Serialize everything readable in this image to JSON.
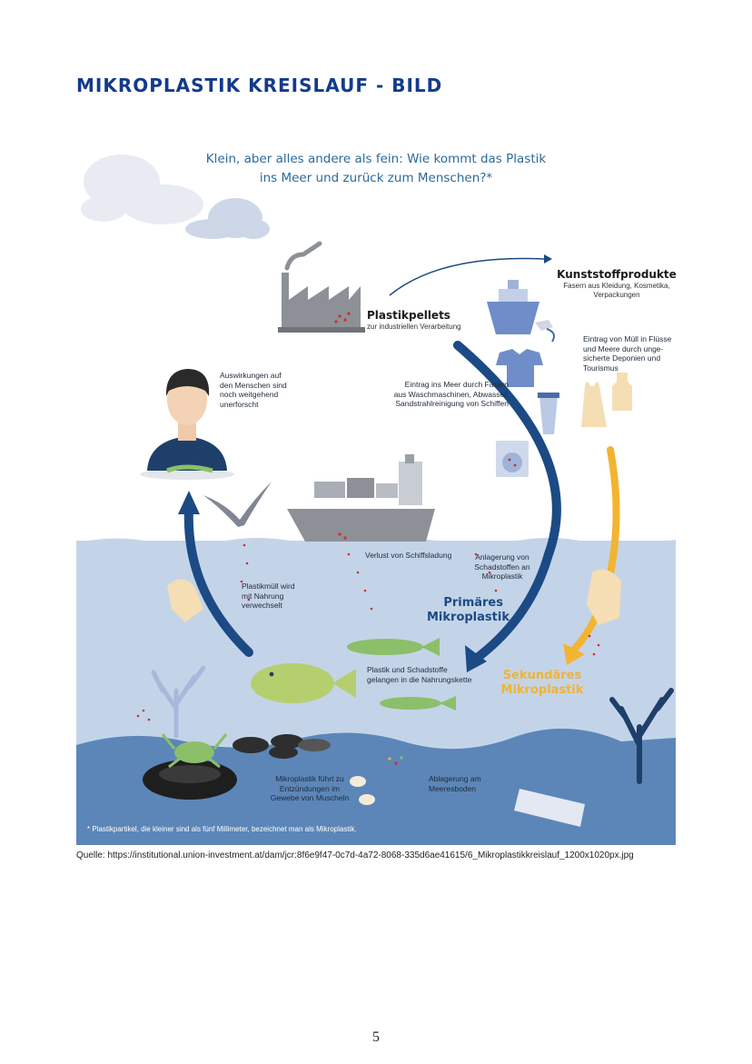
{
  "page": {
    "title": "MIKROPLASTIK KREISLAUF - BILD",
    "source": "Quelle: https://institutional.union-investment.at/dam/jcr:8f6e9f47-0c7d-4a72-8068-335d6ae41615/6_Mikroplastikkreislauf_1200x1020px.jpg",
    "page_number": "5"
  },
  "infographic": {
    "heading_line1": "Klein, aber alles andere als fein: Wie kommt das Plastik",
    "heading_line2": "ins Meer und zurück zum Menschen?*",
    "pellets_title": "Plastikpellets",
    "pellets_sub": "zur industriellen Verarbeitung",
    "products_title": "Kunststoffprodukte",
    "products_sub1": "Fasern aus Kleidung, Kosmetika,",
    "products_sub2": "Verpackungen",
    "waste_entry": [
      "Eintrag von Müll in Flüsse",
      "und Meere durch unge-",
      "sicherte Deponien und",
      "Tourismus"
    ],
    "fiber_entry": [
      "Eintrag ins Meer durch Fasern",
      "aus Waschmaschinen, Abwasser,",
      "Sandstrahlreinigung von Schiffen"
    ],
    "human_effects": [
      "Auswirkungen auf",
      "den Menschen sind",
      "noch weitgehend",
      "unerforscht"
    ],
    "cargo_loss": "Verlust von Schiffsladung",
    "mistaken_food": [
      "Plastikmüll wird",
      "mit Nahrung",
      "verwechselt"
    ],
    "pollutants": [
      "Anlagerung von",
      "Schadstoffen an",
      "Mikroplastik"
    ],
    "primary_line1": "Primäres",
    "primary_line2": "Mikroplastik",
    "secondary_line1": "Sekundäres",
    "secondary_line2": "Mikroplastik",
    "food_chain": [
      "Plastik und Schadstoffe",
      "gelangen in die Nahrungskette"
    ],
    "mussels": [
      "Mikroplastik führt zu",
      "Entzündungen im",
      "Gewebe von Muscheln"
    ],
    "seabed": [
      "Ablagerung am",
      "Meeresboden"
    ],
    "footnote": "* Plastikpartikel, die kleiner sind als fünf Millimeter, bezeichnet man als Mikroplastik."
  },
  "colors": {
    "title_blue": "#143a8c",
    "heading_blue": "#2b6a9a",
    "arrow_navy": "#1b4a85",
    "arrow_yellow": "#f2b431",
    "water_light": "#c4d4e8",
    "water_deep": "#5c86b8",
    "cloud": "#e8ecf2",
    "factory_gray": "#8d9197"
  },
  "icons": [
    "cloud-icon",
    "factory-icon",
    "ship-icon",
    "bottle-icon",
    "tshirt-icon",
    "cup-icon",
    "washing-machine-icon",
    "plastic-bag-icon",
    "person-icon",
    "seagull-icon",
    "cargo-ship-icon",
    "fish-icon",
    "flatfish-icon",
    "coral-icon",
    "crab-icon",
    "tire-icon",
    "mussel-icon"
  ]
}
